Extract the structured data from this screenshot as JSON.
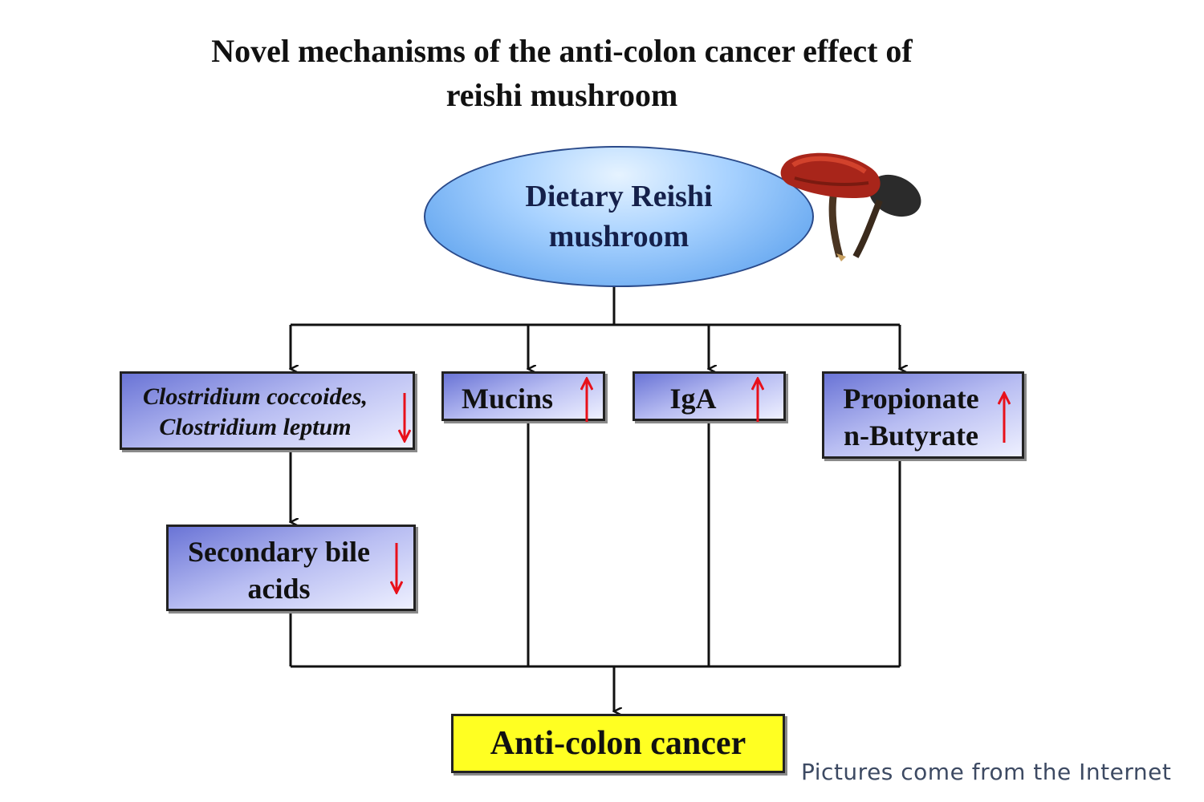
{
  "title": {
    "line1": "Novel mechanisms of the anti-colon cancer effect of",
    "line2": "reishi mushroom"
  },
  "nodes": {
    "source": {
      "line1": "Dietary Reishi",
      "line2": "mushroom"
    },
    "clostridium": {
      "line1": "Clostridium coccoides,",
      "line2": "Clostridium leptum",
      "trend": "decrease"
    },
    "mucins": {
      "line1": "Mucins",
      "trend": "increase"
    },
    "iga": {
      "line1": "IgA",
      "trend": "increase"
    },
    "scfa": {
      "line1": "Propionate",
      "line2": "n-Butyrate",
      "trend": "increase"
    },
    "bile": {
      "line1": "Secondary bile",
      "line2": "acids",
      "trend": "decrease"
    },
    "outcome": {
      "label": "Anti-colon cancer"
    }
  },
  "colors": {
    "trend_arrow": "#e8101a",
    "outcome_fill": "#ffff22",
    "ellipse_fill": "#7ab6f6",
    "box_fill": "#9aa2ea"
  },
  "illustration": "reishi-mushroom-image",
  "attribution": "Pictures come from the Internet"
}
